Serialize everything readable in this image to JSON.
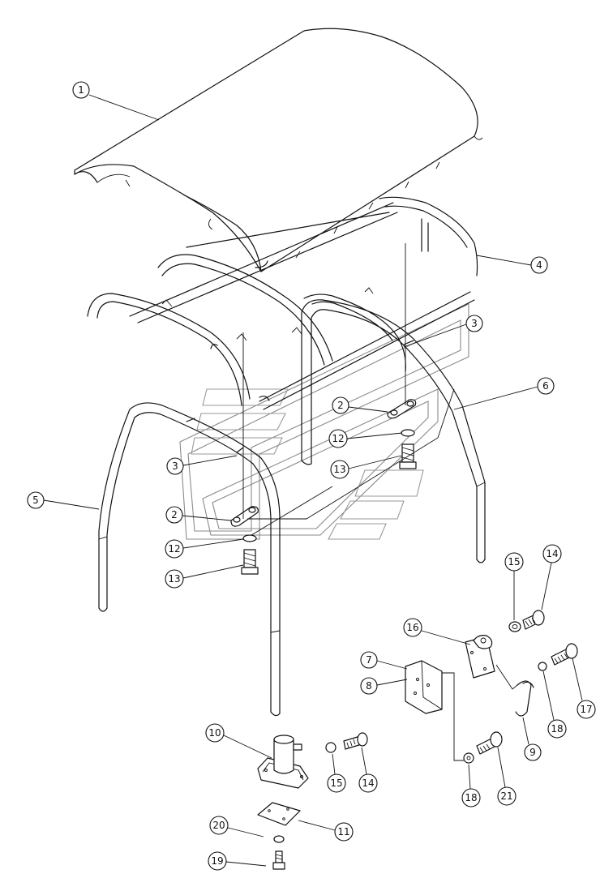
{
  "diagram": {
    "callouts": [
      {
        "id": "c1",
        "label": "1"
      },
      {
        "id": "c4",
        "label": "4"
      },
      {
        "id": "c3a",
        "label": "3"
      },
      {
        "id": "c6",
        "label": "6"
      },
      {
        "id": "c2a",
        "label": "2"
      },
      {
        "id": "c12a",
        "label": "12"
      },
      {
        "id": "c13a",
        "label": "13"
      },
      {
        "id": "c3b",
        "label": "3"
      },
      {
        "id": "c5",
        "label": "5"
      },
      {
        "id": "c2b",
        "label": "2"
      },
      {
        "id": "c12b",
        "label": "12"
      },
      {
        "id": "c13b",
        "label": "13"
      },
      {
        "id": "c15a",
        "label": "15"
      },
      {
        "id": "c14a",
        "label": "14"
      },
      {
        "id": "c16",
        "label": "16"
      },
      {
        "id": "c7",
        "label": "7"
      },
      {
        "id": "c8",
        "label": "8"
      },
      {
        "id": "c17",
        "label": "17"
      },
      {
        "id": "c18a",
        "label": "18"
      },
      {
        "id": "c9",
        "label": "9"
      },
      {
        "id": "c10",
        "label": "10"
      },
      {
        "id": "c15b",
        "label": "15"
      },
      {
        "id": "c14b",
        "label": "14"
      },
      {
        "id": "c18b",
        "label": "18"
      },
      {
        "id": "c21",
        "label": "21"
      },
      {
        "id": "c20",
        "label": "20"
      },
      {
        "id": "c11",
        "label": "11"
      },
      {
        "id": "c19",
        "label": "19"
      }
    ]
  }
}
